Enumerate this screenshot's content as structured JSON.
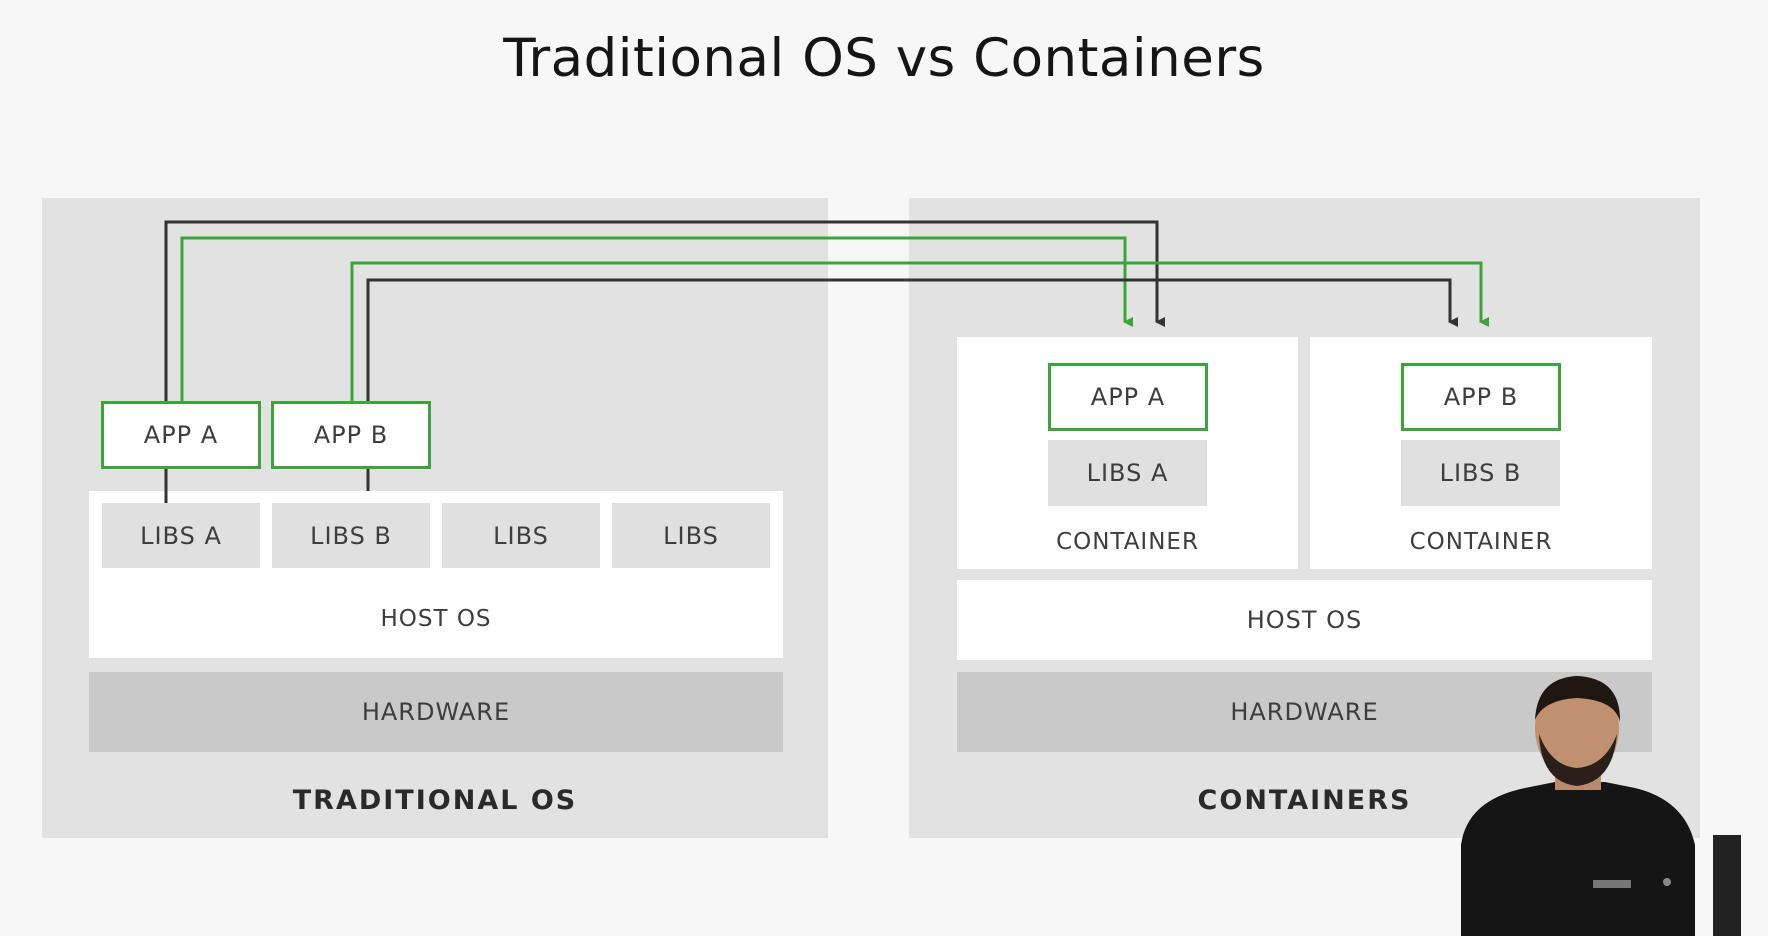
{
  "title": "Traditional OS vs Containers",
  "traditional": {
    "apps": [
      "APP A",
      "APP B"
    ],
    "libs": [
      "LIBS A",
      "LIBS B",
      "LIBS",
      "LIBS"
    ],
    "host_os": "HOST OS",
    "hardware": "HARDWARE",
    "caption": "TRADITIONAL OS"
  },
  "containers": {
    "units": [
      {
        "app": "APP A",
        "libs": "LIBS A",
        "label": "CONTAINER"
      },
      {
        "app": "APP B",
        "libs": "LIBS B",
        "label": "CONTAINER"
      }
    ],
    "host_os": "HOST OS",
    "hardware": "HARDWARE",
    "caption": "CONTAINERS"
  },
  "colors": {
    "accent_green": "#3ba53b",
    "connector_dark": "#333333",
    "panel_bg": "#e2e2e2",
    "hardware_bg": "#c9c9c9",
    "libs_bg": "#e0e0e0"
  }
}
